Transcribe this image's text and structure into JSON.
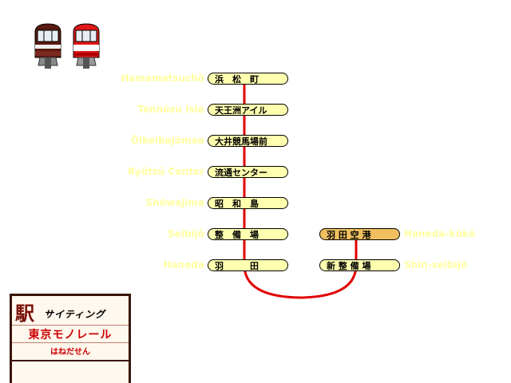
{
  "colors": {
    "route_line": "#e00000",
    "station_fill": "#ffffb0",
    "current_station_fill": "#f0c060",
    "romaji_text": "#ffffa0",
    "sign_red": "#cc0000",
    "sign_brown": "#3a1508"
  },
  "icons": [
    "monorail-train-maroon-icon",
    "monorail-train-red-icon"
  ],
  "stations_main": [
    {
      "kanji": "浜　松　町",
      "romaji": "Hamamatsuchō"
    },
    {
      "kanji": "天王洲アイル",
      "romaji": "Tennōzu Isle"
    },
    {
      "kanji": "大井競馬場前",
      "romaji": "Ōikeibajōmae"
    },
    {
      "kanji": "流通センター",
      "romaji": "Ryūtsū Center"
    },
    {
      "kanji": "昭　和　島",
      "romaji": "Shōwajima"
    },
    {
      "kanji": "整　備　場",
      "romaji": "Seibijō"
    },
    {
      "kanji": "羽　　　田",
      "romaji": "Haneda"
    }
  ],
  "stations_branch": [
    {
      "kanji": "羽 田 空 港",
      "romaji": "Haneda-kūkō",
      "current": true
    },
    {
      "kanji": "新 整 備 場",
      "romaji": "Shin-seibijō",
      "current": false
    }
  ],
  "sign": {
    "kanji": "駅",
    "kana": "サイティング",
    "line_name": "東京モノレール",
    "subtitle": "はねだせん"
  }
}
